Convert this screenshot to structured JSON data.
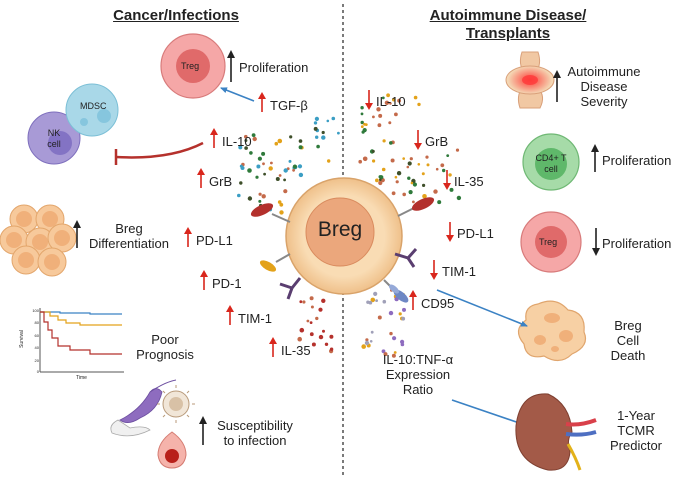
{
  "left": {
    "title": "Cancer/Infections",
    "treg": "Treg",
    "proliferation": "Proliferation",
    "tgfb": "TGF-β",
    "mdsc": "MDSC",
    "nk1": "NK",
    "nk2": "cell",
    "il10": "IL-10",
    "grb": "GrB",
    "breg_diff_1": "Breg",
    "breg_diff_2": "Differentiation",
    "pdl1": "PD-L1",
    "pd1": "PD-1",
    "tim1": "TIM-1",
    "il35": "IL-35",
    "poor_1": "Poor",
    "poor_2": "Prognosis",
    "survival_axis": "Survival",
    "time_axis": "Time",
    "susc_1": "Susceptibility",
    "susc_2": "to infection",
    "survival_ticks": [
      "100",
      "80",
      "60",
      "40",
      "20",
      "0"
    ]
  },
  "center": {
    "breg": "Breg"
  },
  "right": {
    "title_1": "Autoimmune Disease/",
    "title_2": "Transplants",
    "il10": "IL-10",
    "grb": "GrB",
    "il35": "IL-35",
    "pdl1": "PD-L1",
    "tim1": "TIM-1",
    "cd95": "CD95",
    "auto_1": "Autoimmune",
    "auto_2": "Disease",
    "auto_3": "Severity",
    "cd4_1": "CD4+ T",
    "cd4_2": "cell",
    "prolif_up": "Proliferation",
    "treg": "Treg",
    "prolif_down": "Proliferation",
    "death_1": "Breg",
    "death_2": "Cell",
    "death_3": "Death",
    "ratio_1": "IL-10:TNF-α",
    "ratio_2": "Expression",
    "ratio_3": "Ratio",
    "tcmr_1": "1-Year",
    "tcmr_2": "TCMR",
    "tcmr_3": "Predictor"
  },
  "colors": {
    "up_arrow": "#d9261c",
    "down_arrow": "#d9261c",
    "neutral_arrow": "#222222",
    "blue_arrow": "#3b82c4",
    "inhibit": "#b5312c",
    "breg_outer": "#f7d9b0",
    "breg_inner": "#eba77c",
    "treg_outer": "#f5a7a7",
    "treg_inner": "#e06a6a",
    "cd4_outer": "#a6dba8",
    "cd4_inner": "#5fb86a",
    "mdsc": "#a9d8e8",
    "nk": "#a89ad6"
  }
}
